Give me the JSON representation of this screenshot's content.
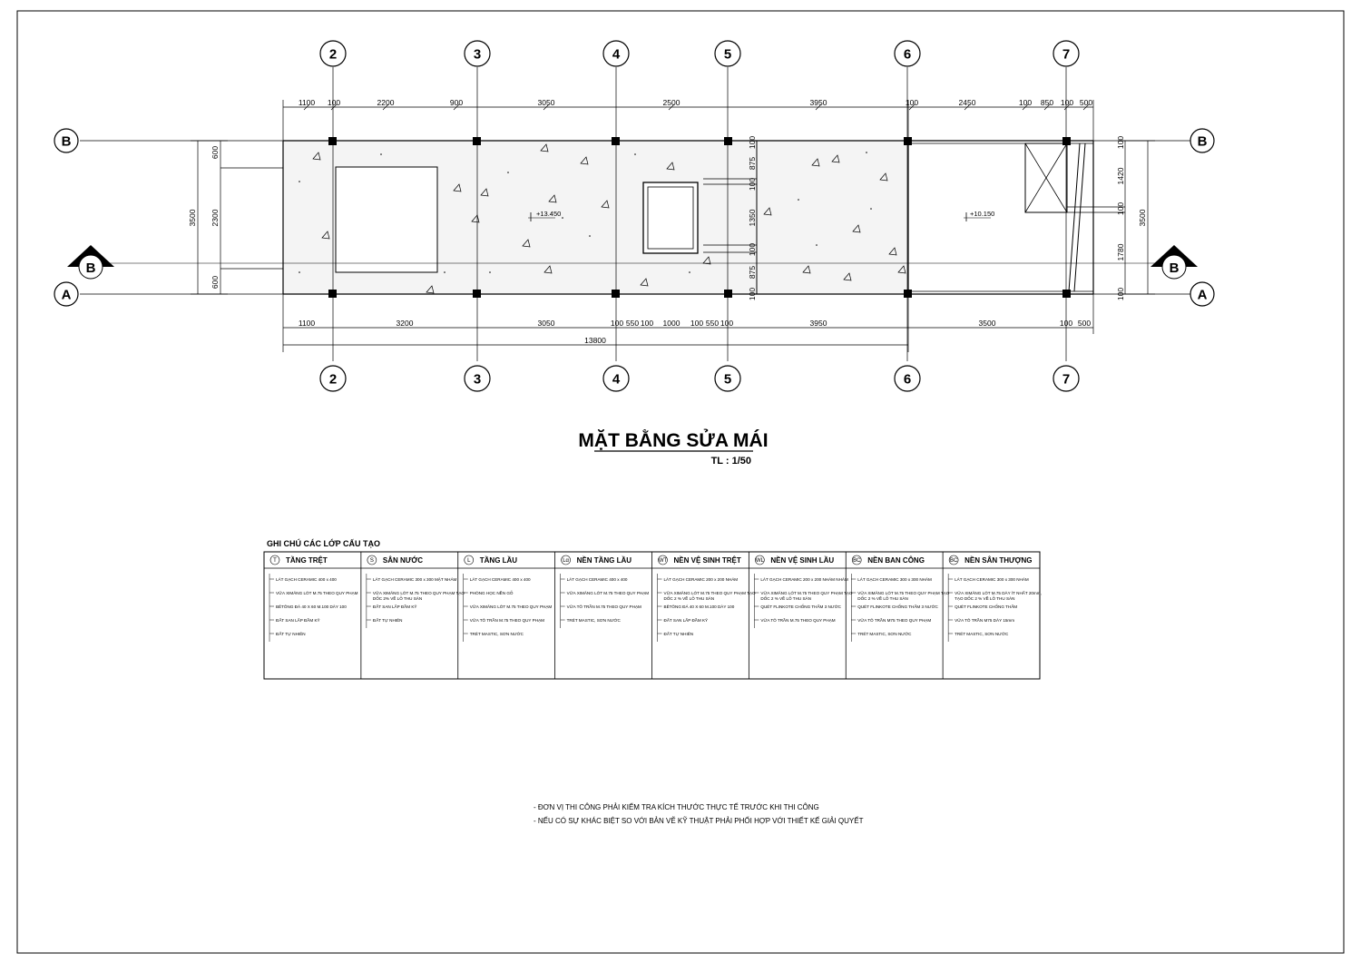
{
  "drawing": {
    "title": "MẶT BẰNG SỬA MÁI",
    "scale": "TL : 1/50",
    "axes_top": [
      "2",
      "3",
      "4",
      "5",
      "6",
      "7"
    ],
    "axes_bottom": [
      "2",
      "3",
      "4",
      "5",
      "6",
      "7"
    ],
    "axes_rows": [
      "B",
      "A"
    ],
    "section_markers": [
      "B",
      "B"
    ],
    "dims_top": [
      "1100",
      "100",
      "2200",
      "900",
      "3050",
      "2500",
      "3950",
      "100",
      "2450",
      "100",
      "850",
      "100",
      "500"
    ],
    "dims_bottom": [
      "1100",
      "3200",
      "3050",
      "100",
      "550",
      "100",
      "1000",
      "100",
      "550",
      "100",
      "3950",
      "3500",
      "100",
      "500"
    ],
    "dim_total": "13800",
    "dims_left_outer": "3500",
    "dims_left_inner": [
      "600",
      "2300",
      "600"
    ],
    "dims_mid": [
      "100",
      "875",
      "100",
      "1350",
      "100",
      "875",
      "100"
    ],
    "dims_right_inner": [
      "100",
      "1420",
      "100",
      "1780",
      "100"
    ],
    "dims_right_outer": "3500",
    "level_left": "+13.450",
    "level_right": "+10.150"
  },
  "legend": {
    "heading": "GHI CHÚ CÁC LỚP CẤU TẠO",
    "columns": [
      {
        "tag": "T",
        "title": "TẦNG TRỆT",
        "items": [
          "LÁT GẠCH CERAMIC 400 x 400",
          "VỮA XIMĂNG LÓT M.75 THEO QUY PHẠM",
          "BÊTÔNG ĐÁ 40 X 60 M.100 DÀY 100",
          "ĐẤT SAN LẤP ĐẦM KỸ",
          "ĐẤT TỰ NHIÊN"
        ]
      },
      {
        "tag": "S",
        "title": "SÂN NƯỚC",
        "items": [
          "LÁT GẠCH CERAMIC 300 x 300 MẶT NHÁM",
          "VỮA XIMĂNG LÓT M.75 THEO QUY PHẠM TẠO DỐC 2% VỀ LỖ THU SÀN",
          "ĐẤT SAN LẤP ĐẦM KỸ",
          "ĐẤT TỰ NHIÊN"
        ]
      },
      {
        "tag": "L",
        "title": "TẦNG LẦU",
        "items": [
          "LÁT GẠCH CERAMIC 400 x 400",
          "PHÒNG HỌC NỀN GỖ",
          "VỮA XIMĂNG LÓT M.75 THEO QUY PHẠM",
          "VỮA TÔ TRẦN M.75 THEO QUY PHẠM",
          "TRÉT MASTIC, SƠN NƯỚC"
        ]
      },
      {
        "tag": "Lα",
        "title": "NỀN TẦNG LẦU",
        "items": [
          "LÁT GẠCH CERAMIC 400 x 400",
          "VỮA XIMĂNG LÓT M.75 THEO QUY PHẠM",
          "VỮA TÔ TRẦN M.75 THEO QUY PHẠM",
          "TRÉT MASTIC, SƠN NƯỚC"
        ]
      },
      {
        "tag": "WT",
        "title": "NỀN VỆ SINH TRỆT",
        "items": [
          "LÁT GẠCH CERAMIC 200 x 200 NHÁM",
          "VỮA XIMĂNG LÓT M.75 THEO QUY PHẠM TẠO DỐC 2 % VỀ LỖ THU SÀN",
          "BÊTÔNG ĐÁ 40 X 60 M.100 DÀY 100",
          "ĐẤT SAN LẤP ĐẦM KỸ",
          "ĐẤT TỰ NHIÊN"
        ]
      },
      {
        "tag": "WL",
        "title": "NỀN VỆ SINH LẦU",
        "items": [
          "LÁT GẠCH CERAMIC 200 x 200 NHÁM NHÁM",
          "VỮA XIMĂNG LÓT M.75 THEO QUY PHẠM TẠO DỐC 2 % VỀ LỖ THU SÀN",
          "QUÉT FLINKOTE CHỐNG THẤM 3 NƯỚC",
          "VỮA TÔ TRẦN M.75 THEO QUY PHẠM"
        ]
      },
      {
        "tag": "BC",
        "title": "NỀN BAN CÔNG",
        "items": [
          "LÁT GẠCH CERAMIC 300 x 300 NHÁM",
          "VỮA XIMĂNG LÓT M.75 THEO QUY PHẠM TẠO DỐC 2 % VỀ LỖ THU SÀN",
          "QUÉT FLINKOTE CHỐNG THẤM 3 NƯỚC",
          "VỮA TÔ TRẦN M75 THEO QUY PHẠM",
          "TRÉT MASTIC, SƠN NƯỚC"
        ]
      },
      {
        "tag": "BC",
        "title": "NỀN SÂN THƯỢNG",
        "items": [
          "LÁT GẠCH CERAMIC 300 x 300 NHÁM",
          "VỮA XIMĂNG LÓT M.75 DÀY ÍT NHẤT 20mm, TẠO DỐC 2 % VỀ LỖ THU SÀN",
          "QUÉT FLINKOTE CHỐNG THẤM",
          "VỮA TÔ TRẦN M75 DÀY 15mm",
          "TRÉT MASTIC, SƠN NƯỚC"
        ]
      }
    ]
  },
  "notes": [
    "- ĐƠN VỊ THI CÔNG PHẢI KIỂM TRA KÍCH THƯỚC THỰC TẾ TRƯỚC KHI THI CÔNG",
    "- NẾU CÓ SỰ KHÁC BIỆT SO VỚI BẢN VẼ KỸ THUẬT PHẢI PHỐI HỢP VỚI THIẾT KẾ GIẢI QUYẾT"
  ]
}
